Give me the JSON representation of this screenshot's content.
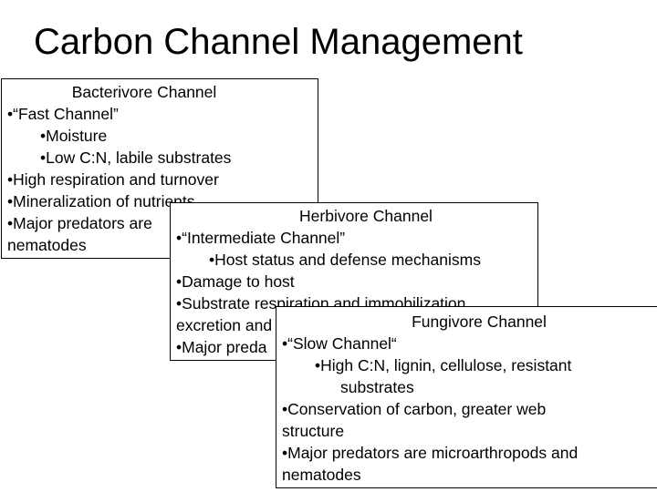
{
  "title": "Carbon Channel Management",
  "bacterivore": {
    "heading": "Bacterivore Channel",
    "lines": [
      "•“Fast Channel”",
      "•Moisture",
      "•Low C:N, labile substrates",
      "•High respiration and turnover",
      "•Mineralization of nutrients",
      "•Major predators are",
      "nematodes"
    ]
  },
  "herbivore": {
    "heading": "Herbivore Channel",
    "lines": [
      "•“Intermediate Channel”",
      "•Host status and defense mechanisms",
      "•Damage to host",
      "•Substrate respiration and immobilization",
      "excretion and",
      "•Major preda"
    ]
  },
  "fungivore": {
    "heading": "Fungivore Channel",
    "lines": [
      "•“Slow Channel“",
      "•High C:N, lignin, cellulose, resistant",
      "substrates",
      "•Conservation of carbon, greater web",
      "structure",
      "•Major predators are microarthropods and",
      "nematodes"
    ]
  }
}
